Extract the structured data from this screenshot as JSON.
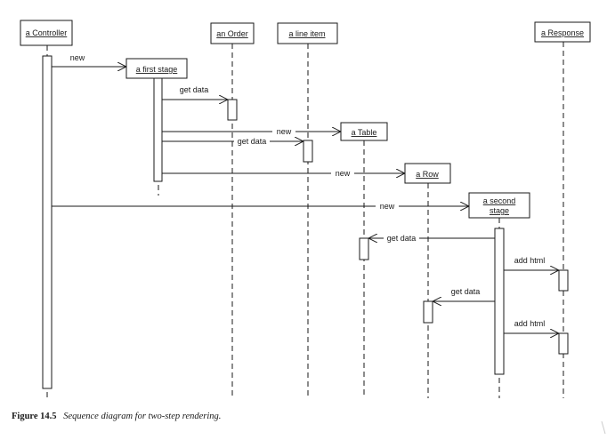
{
  "diagram": {
    "type": "uml-sequence-diagram",
    "objects": [
      {
        "id": "controller",
        "label": "a Controller"
      },
      {
        "id": "order",
        "label": "an Order"
      },
      {
        "id": "lineitem",
        "label": "a line item"
      },
      {
        "id": "firststage",
        "label": "a first stage"
      },
      {
        "id": "table",
        "label": "a Table"
      },
      {
        "id": "row",
        "label": "a Row"
      },
      {
        "id": "secondstage",
        "label": "a second stage",
        "label_lines": [
          "a second",
          "stage"
        ]
      },
      {
        "id": "response",
        "label": "a Response"
      }
    ],
    "messages": [
      {
        "from": "controller",
        "to": "firststage",
        "label": "new"
      },
      {
        "from": "firststage",
        "to": "order",
        "label": "get data"
      },
      {
        "from": "firststage",
        "to": "table",
        "label": "new"
      },
      {
        "from": "firststage",
        "to": "lineitem",
        "label": "get data"
      },
      {
        "from": "firststage",
        "to": "row",
        "label": "new"
      },
      {
        "from": "controller",
        "to": "secondstage",
        "label": "new"
      },
      {
        "from": "secondstage",
        "to": "table",
        "label": "get data"
      },
      {
        "from": "secondstage",
        "to": "response",
        "label": "add html"
      },
      {
        "from": "secondstage",
        "to": "row",
        "label": "get data"
      },
      {
        "from": "secondstage",
        "to": "response",
        "label": "add html"
      }
    ]
  },
  "caption": {
    "figure": "Figure 14.5",
    "text": "Sequence diagram for two-step rendering."
  }
}
